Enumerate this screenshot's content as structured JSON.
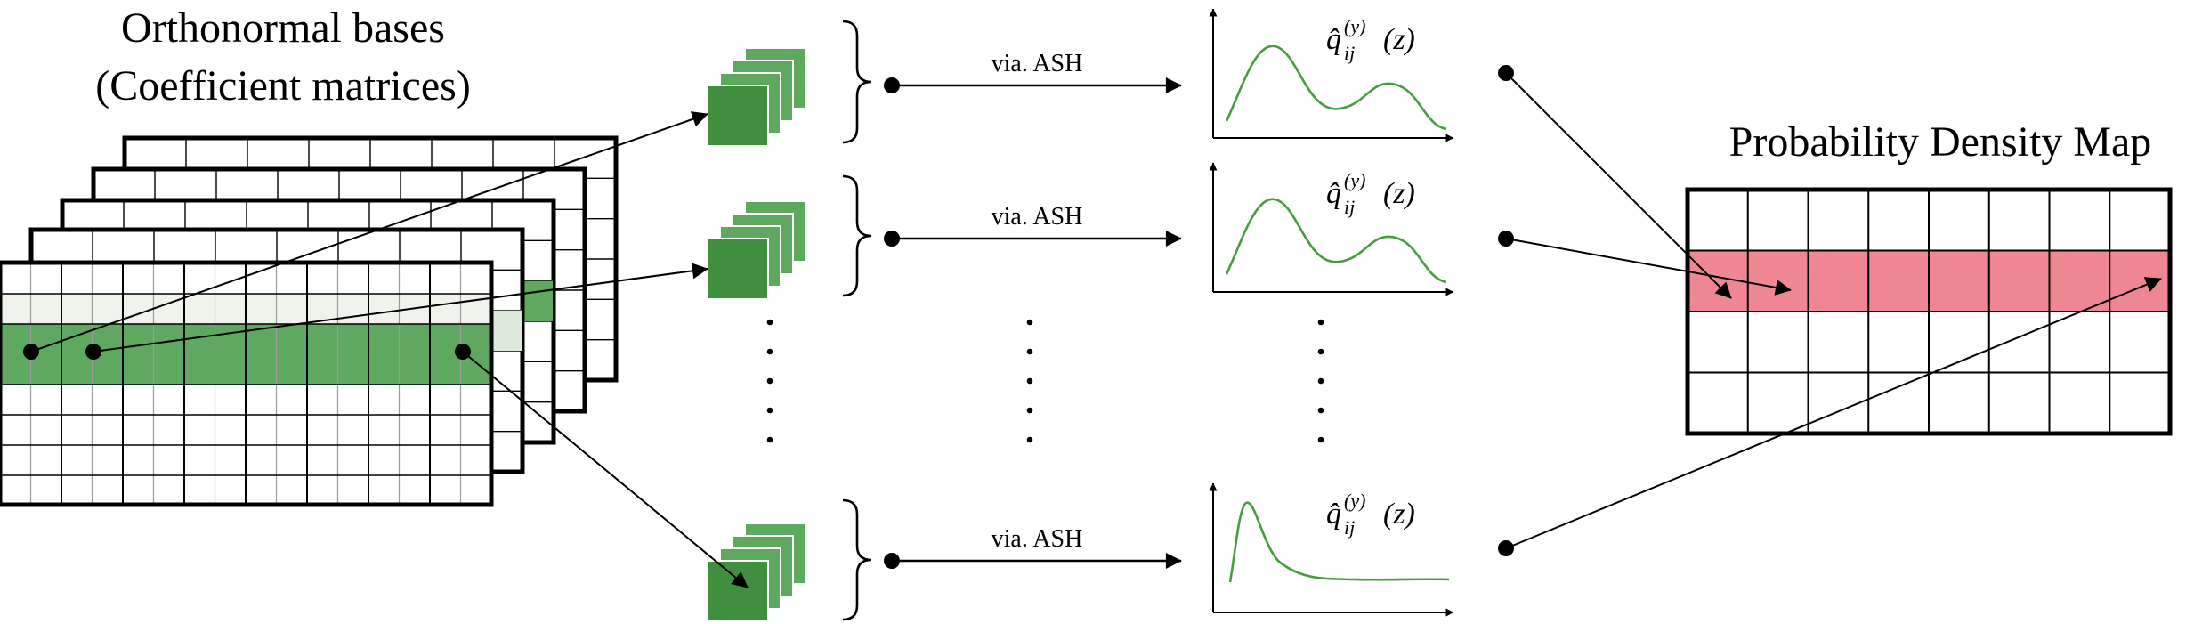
{
  "titles": {
    "bases_line1": "Orthonormal bases",
    "bases_line2": "(Coefficient matrices)",
    "density_map": "Probability Density Map"
  },
  "rows": [
    {
      "arrow_label": "via. ASH",
      "density_label": "q̂",
      "sup": "(y)",
      "sub": "ij",
      "arg": "(z)"
    },
    {
      "arrow_label": "via. ASH",
      "density_label": "q̂",
      "sup": "(y)",
      "sub": "ij",
      "arg": "(z)"
    },
    {
      "arrow_label": "via. ASH",
      "density_label": "q̂",
      "sup": "(y)",
      "sub": "ij",
      "arg": "(z)"
    }
  ],
  "colors": {
    "green_fill": "#5fa85f",
    "green_dark": "#3f8f3f",
    "green_band_light": "#dde9da",
    "curve": "#4a9a42",
    "pink_band": "#ee8791",
    "stroke": "#000000"
  }
}
